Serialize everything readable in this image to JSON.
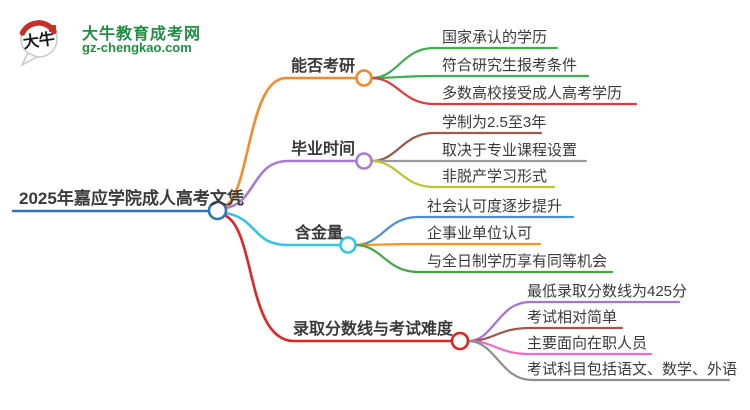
{
  "logo": {
    "icon_text": "大牛",
    "title": "大牛教育成考网",
    "domain": "gz-chengkao.com",
    "brand_green": "#1e8e42",
    "seal_red": "#c43127"
  },
  "root": {
    "label": "2025年嘉应学院成人高考文凭",
    "color": "#2b74be"
  },
  "branches": [
    {
      "label": "能否考研",
      "color": "#f6882a",
      "children": [
        {
          "label": "国家承认的学历",
          "color": "#3fae4e"
        },
        {
          "label": "符合研究生报考条件",
          "color": "#3fae4e"
        },
        {
          "label": "多数高校接受成人高考学历",
          "color": "#e03a3a"
        }
      ]
    },
    {
      "label": "毕业时间",
      "color": "#a97bd1",
      "children": [
        {
          "label": "学制为2.5至3年",
          "color": "#9e584e"
        },
        {
          "label": "取决于专业课程设置",
          "color": "#9a9a9a"
        },
        {
          "label": "非脱产学习形式",
          "color": "#bdc32e"
        }
      ]
    },
    {
      "label": "含金量",
      "color": "#35c3e8",
      "children": [
        {
          "label": "社会认可度逐步提升",
          "color": "#4a90d9"
        },
        {
          "label": "企事业单位认可",
          "color": "#f7941d"
        },
        {
          "label": "与全日制学历享有同等机会",
          "color": "#43a643"
        }
      ]
    },
    {
      "label": "录取分数线与考试难度",
      "color": "#e02424",
      "children": [
        {
          "label": "最低录取分数线为425分",
          "color": "#a873d8"
        },
        {
          "label": "考试相对简单",
          "color": "#9e584e"
        },
        {
          "label": "主要面向在职人员",
          "color": "#f069cd"
        },
        {
          "label": "考试科目包括语文、数学、外语",
          "color": "#8e8e8e"
        }
      ]
    }
  ]
}
